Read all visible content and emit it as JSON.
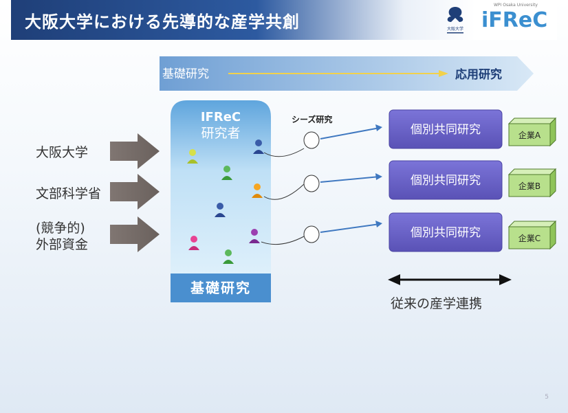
{
  "title": "大阪大学における先導的な産学共創",
  "logos": {
    "ifrec_text": "FReC",
    "ifrec_i": "i",
    "ifrec_sub": "WPI Osaka University",
    "univ_text": "大阪大学"
  },
  "top_arrow": {
    "left_label": "基礎研究",
    "right_label": "応用研究"
  },
  "inputs": [
    "大阪大学",
    "文部科学省",
    "(競争的)",
    "外部資金"
  ],
  "center_box": {
    "brand": "IFReC",
    "researchers": "研究者",
    "bottom_label": "基礎研究"
  },
  "seeds_label": "シーズ研究",
  "joint_research": [
    "個別共同研究",
    "個別共同研究",
    "個別共同研究"
  ],
  "companies": [
    "企業A",
    "企業B",
    "企業C"
  ],
  "conventional": "従来の産学連携",
  "page_number": "5",
  "colors": {
    "header_dark": "#1f3f78",
    "box_purple": "#6b63c8",
    "box_blue": "#7fb0e0",
    "company_green": "#b8e08c"
  }
}
